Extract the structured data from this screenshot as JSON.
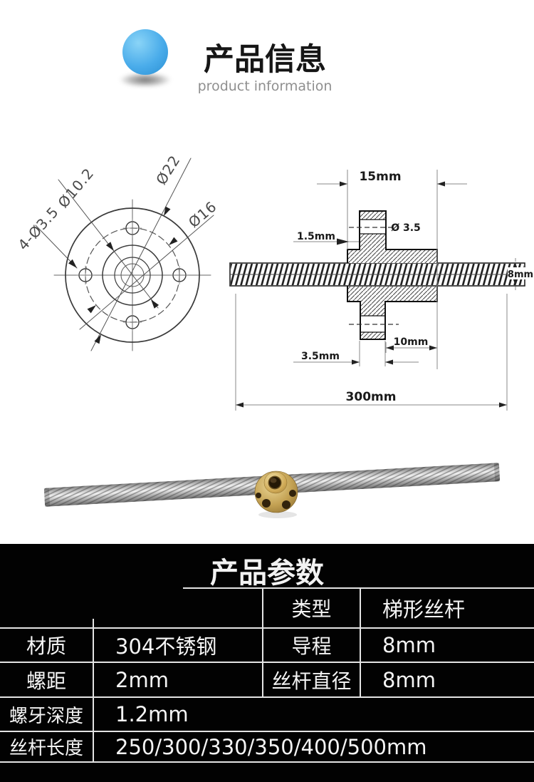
{
  "header": {
    "title": "产品信息",
    "subtitle": "product information",
    "accent_color": "#3ea5e8"
  },
  "front_view": {
    "labels": {
      "holes": "4-Ø3.5",
      "hub": "Ø10.2",
      "outer": "Ø22",
      "bolt_circle": "Ø16"
    }
  },
  "side_view": {
    "dims": {
      "flange_width": "15mm",
      "set_screw_hole": "Ø 3.5",
      "flange_offset": "1.5mm",
      "rod_diameter": "8mm",
      "boss_offset": "10mm",
      "boss_width": "3.5mm",
      "total_length": "300mm"
    }
  },
  "params": {
    "title": "产品参数",
    "type_row": {
      "label": "类型",
      "value": "梯形丝杆"
    },
    "rows": [
      {
        "label": "材质",
        "value": "304不锈钢",
        "label2": "导程",
        "value2": "8mm"
      },
      {
        "label": "螺距",
        "value": "2mm",
        "label2": "丝杆直径",
        "value2": "8mm"
      },
      {
        "label": "螺牙深度",
        "value": "1.2mm"
      },
      {
        "label": "丝杆长度",
        "value": "250/300/330/350/400/500mm"
      }
    ]
  },
  "colors": {
    "panel_bg": "#020202",
    "line": "#e4e4e4",
    "brass": "#c3a153",
    "steel": "#c9c9c9"
  }
}
